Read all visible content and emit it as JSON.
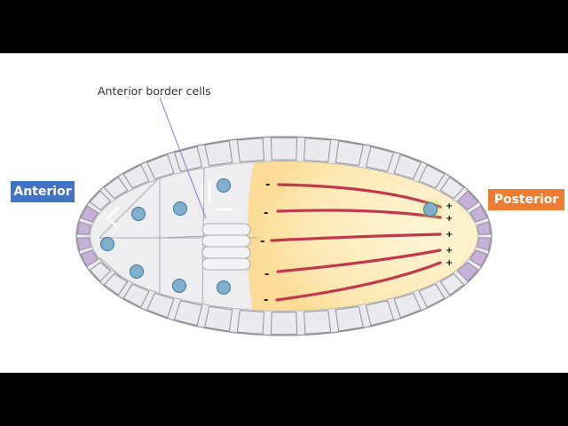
{
  "labels": {
    "anterior": "Anterior",
    "posterior": "Posterior",
    "callout": "Anterior border cells"
  },
  "polarity": {
    "minus": "-",
    "plus": "+"
  },
  "colors": {
    "anterior_box": "#4472c4",
    "posterior_box": "#ed7d31",
    "oocyte_fill": "#fde9b4",
    "nurse_cell_fill": "#eeeef1",
    "follicle_cell_fill": "#ebebef",
    "posterior_follicle_fill": "#c7b1d8",
    "microtubule": "#c0394f",
    "nucleus": "#7fb0cf"
  }
}
